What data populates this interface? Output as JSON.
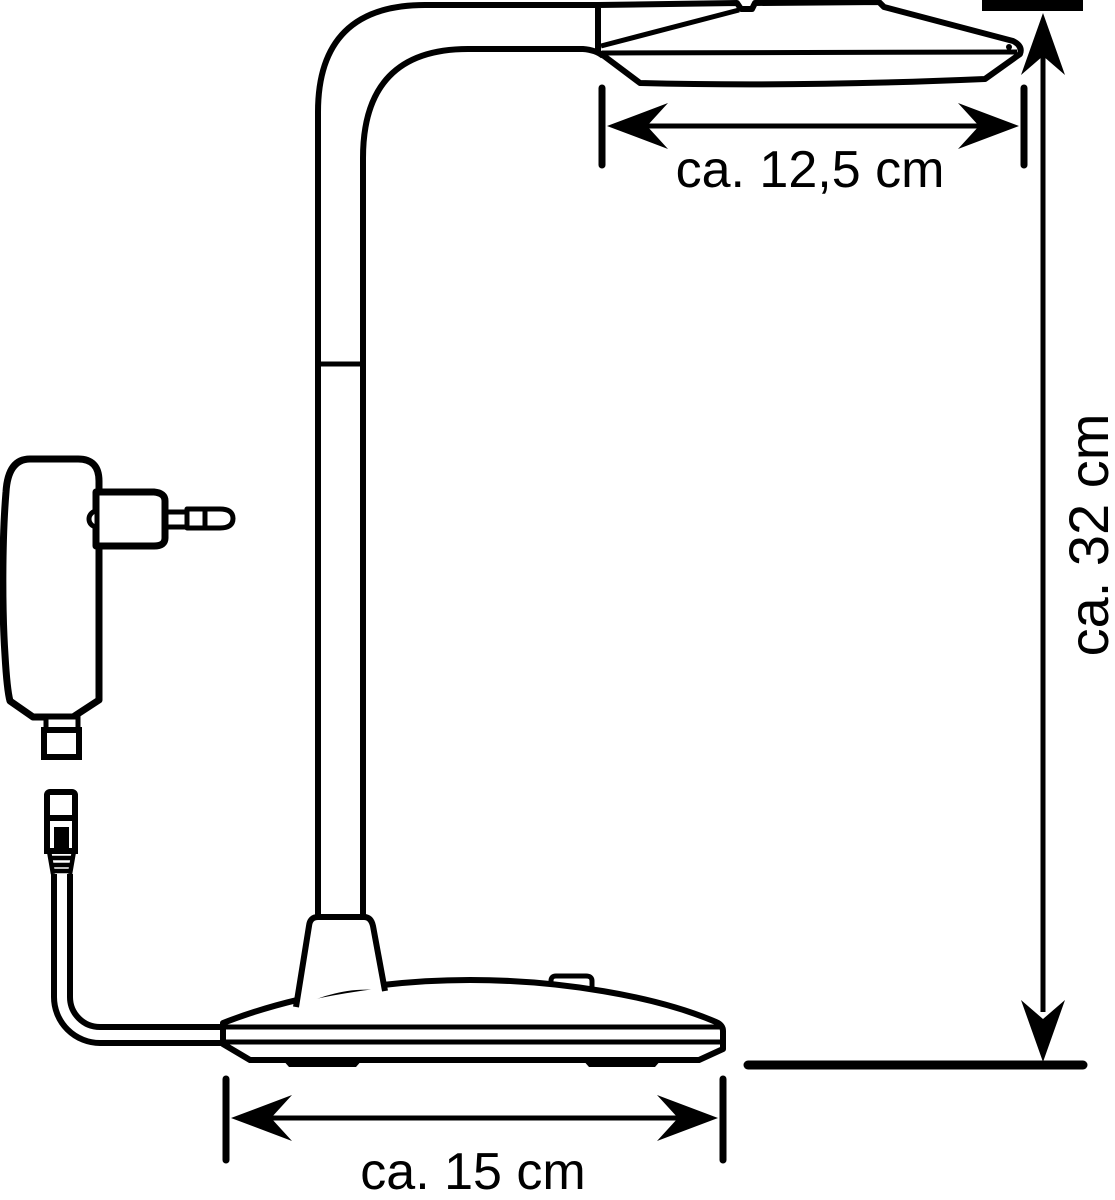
{
  "diagram": {
    "type": "technical-line-drawing",
    "subject": "desk lamp with power adapter, side view with dimension arrows",
    "colors": {
      "line": "#000000",
      "background": "#ffffff"
    },
    "dimensions": {
      "head_width": {
        "label": "ca. 12,5 cm",
        "orientation": "horizontal",
        "measures": "lamp head width"
      },
      "height": {
        "label": "ca. 32 cm",
        "orientation": "vertical",
        "measures": "overall lamp height"
      },
      "base_width": {
        "label": "ca. 15 cm",
        "orientation": "horizontal",
        "measures": "base width"
      }
    }
  }
}
